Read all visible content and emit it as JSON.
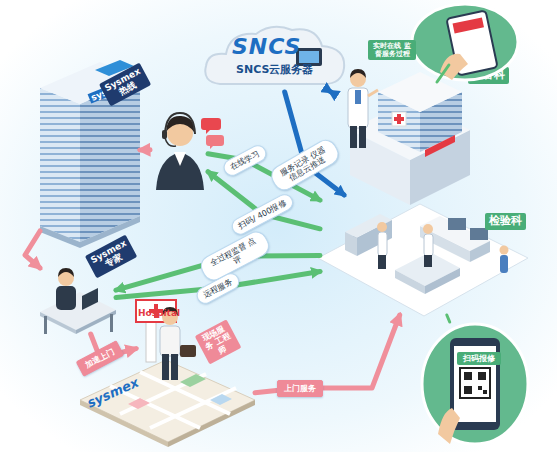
{
  "diagram": {
    "nodes": [
      {
        "text": [
          "SNCS",
          "SNCS云服务器"
        ]
      },
      {
        "text": [
          "sysmex"
        ]
      },
      {
        "text": [
          "Sysmex 热线"
        ]
      },
      {
        "text": [
          "设备科"
        ]
      },
      {
        "text": [
          "实时在线 监督服务过程"
        ]
      },
      {
        "text": [
          "检验科"
        ]
      },
      {
        "text": [
          "扫码报修"
        ]
      },
      {
        "text": [
          "Sysmex 专家"
        ]
      },
      {
        "text": [
          "Hospital",
          "现场服务 工程师"
        ]
      },
      {
        "text": [
          "sysmex"
        ]
      }
    ],
    "edges": [
      {
        "from": 0,
        "to": 3,
        "arrow": "both"
      },
      {
        "from": 0,
        "to": 5,
        "label": "服务记录 仪器信息云推送",
        "arrow": "to"
      },
      {
        "from": 2,
        "to": 5,
        "label": "在线学习",
        "arrow": "to"
      },
      {
        "from": 5,
        "to": 2,
        "label": "扫码/ 400报修",
        "arrow": "to"
      },
      {
        "from": 5,
        "to": 7,
        "label": "全过程监督 点评",
        "arrow": "to"
      },
      {
        "from": 7,
        "to": 5,
        "label": "远程服务",
        "arrow": "to"
      },
      {
        "from": 2,
        "to": 1,
        "arrow": "to"
      },
      {
        "from": 1,
        "to": 7,
        "arrow": "to"
      },
      {
        "from": 7,
        "to": 8,
        "label": "加速上门",
        "arrow": "to"
      },
      {
        "from": 9,
        "to": 5,
        "label": "上门服务",
        "arrow": "to"
      },
      {
        "from": 3,
        "to": 4,
        "arrow": "none"
      },
      {
        "from": 5,
        "to": 6,
        "arrow": "none"
      }
    ]
  }
}
